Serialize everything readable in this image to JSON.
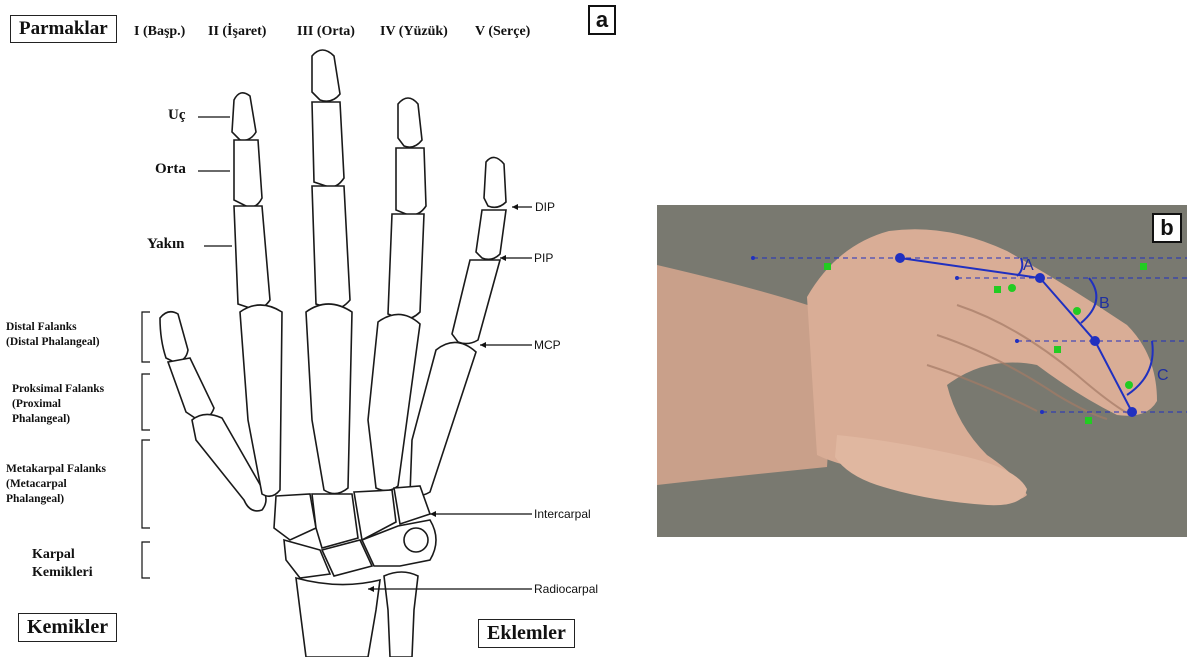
{
  "panel_a": {
    "tag": "a",
    "fingers_title": "Parmaklar",
    "fingers": [
      "I (Başp.)",
      "II (İşaret)",
      "III (Orta)",
      "IV (Yüzük)",
      "V (Serçe)"
    ],
    "parts": [
      "Uç",
      "Orta",
      "Yakın"
    ],
    "bone_groups": [
      "Distal Falanks\n(Distal Phalangeal)",
      "Proksimal Falanks\n(Proximal\n Phalangeal)",
      "Metakarpal Falanks\n(Metacarpal\n Phalangeal)"
    ],
    "karpal": "Karpal\nKemikleri",
    "joints": [
      "DIP",
      "PIP",
      "MCP",
      "Intercarpal",
      "Radiocarpal"
    ],
    "bones_title": "Kemikler",
    "joints_title": "Eklemler"
  },
  "panel_b": {
    "tag": "b",
    "angles": [
      "A",
      "B",
      "C"
    ],
    "colors": {
      "line": "#2030c0",
      "marker": "#22cc22",
      "background": "#6e6e66",
      "skin": "#d9ad96"
    }
  }
}
